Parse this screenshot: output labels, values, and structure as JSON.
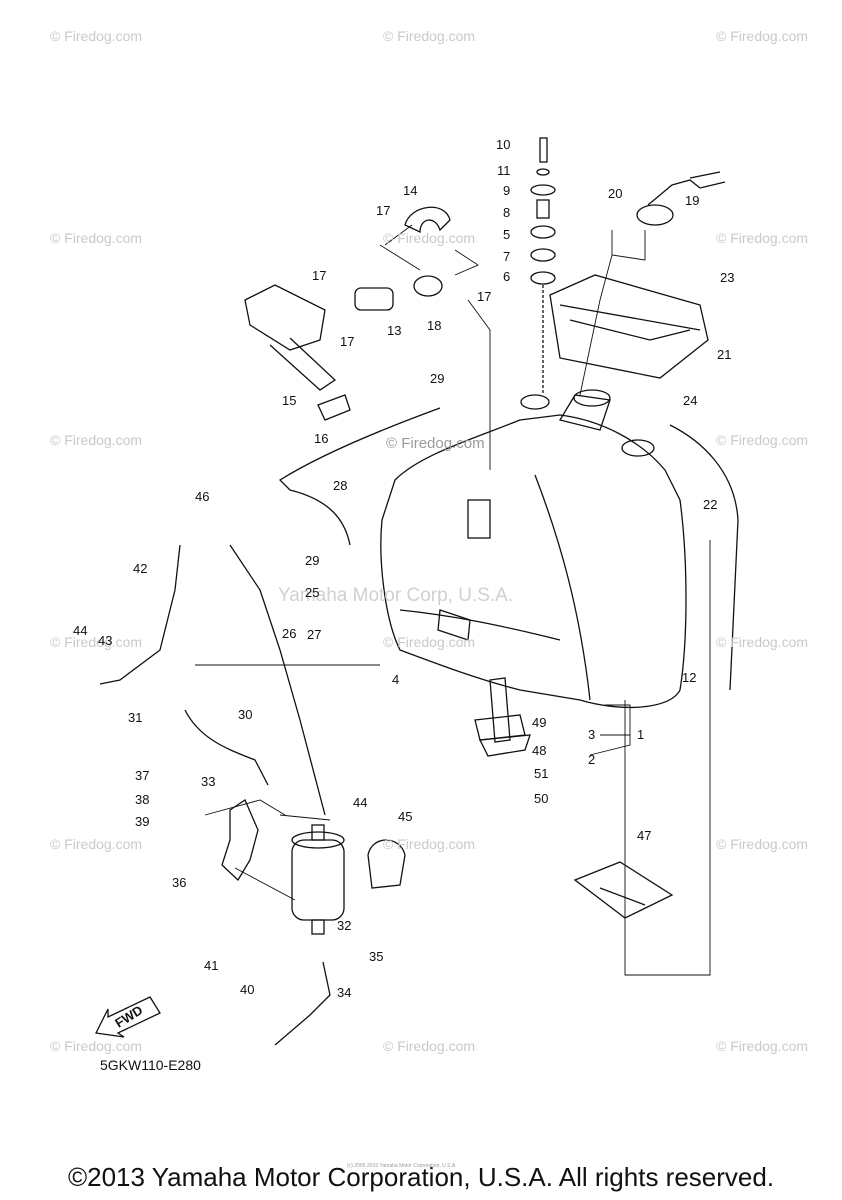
{
  "watermarks": {
    "firedog": "© Firedog.com",
    "center": "© Firedog.com",
    "ymc": "Yamaha Motor Corp, U.S.A."
  },
  "callouts": [
    "1",
    "2",
    "3",
    "4",
    "5",
    "6",
    "7",
    "8",
    "9",
    "10",
    "11",
    "12",
    "13",
    "14",
    "15",
    "16",
    "17",
    "17",
    "17",
    "17",
    "18",
    "19",
    "20",
    "21",
    "22",
    "23",
    "24",
    "25",
    "26",
    "27",
    "28",
    "29",
    "29",
    "30",
    "31",
    "32",
    "33",
    "34",
    "35",
    "36",
    "37",
    "38",
    "39",
    "40",
    "41",
    "42",
    "43",
    "44",
    "44",
    "45",
    "46",
    "47",
    "48",
    "49",
    "50",
    "51"
  ],
  "diagram_code": "5GKW110-E280",
  "fwd_label": "FWD",
  "fine_print": "(c) 2005-2016 Yamaha Motor Corporation, U.S.A.",
  "footer": "©2013 Yamaha Motor Corporation, U.S.A. All rights reserved."
}
